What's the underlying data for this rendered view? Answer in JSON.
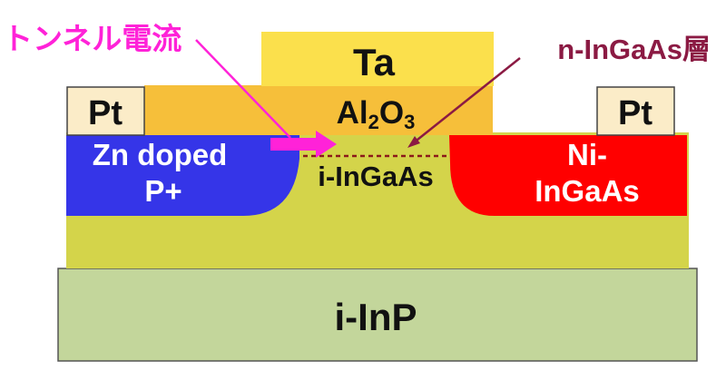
{
  "labels": {
    "tunnel_current": "トンネル電流",
    "n_layer": "n-InGaAs層",
    "ta": "Ta",
    "oxide_al": "Al",
    "oxide_sub2": "2",
    "oxide_o": "O",
    "oxide_sub3": "3",
    "pt_left": "Pt",
    "pt_right": "Pt",
    "source_line1": "Zn doped",
    "source_line2": "P+",
    "channel": "i-InGaAs",
    "drain_line1": "Ni-",
    "drain_line2": "InGaAs",
    "substrate": "i-InP"
  },
  "colors": {
    "substrate": "#c3d69b",
    "ingaas": "#d4d44a",
    "oxide": "#f6bf3a",
    "ta": "#fbe04c",
    "pt": "#fbecc8",
    "p_plus": "#3535e8",
    "ni_ingaas": "#ff0000",
    "magenta": "#ff22d8",
    "maroon": "#8b1a43",
    "dashed": "#8b1a1a",
    "text_dark": "#111111",
    "text_white": "#ffffff"
  }
}
